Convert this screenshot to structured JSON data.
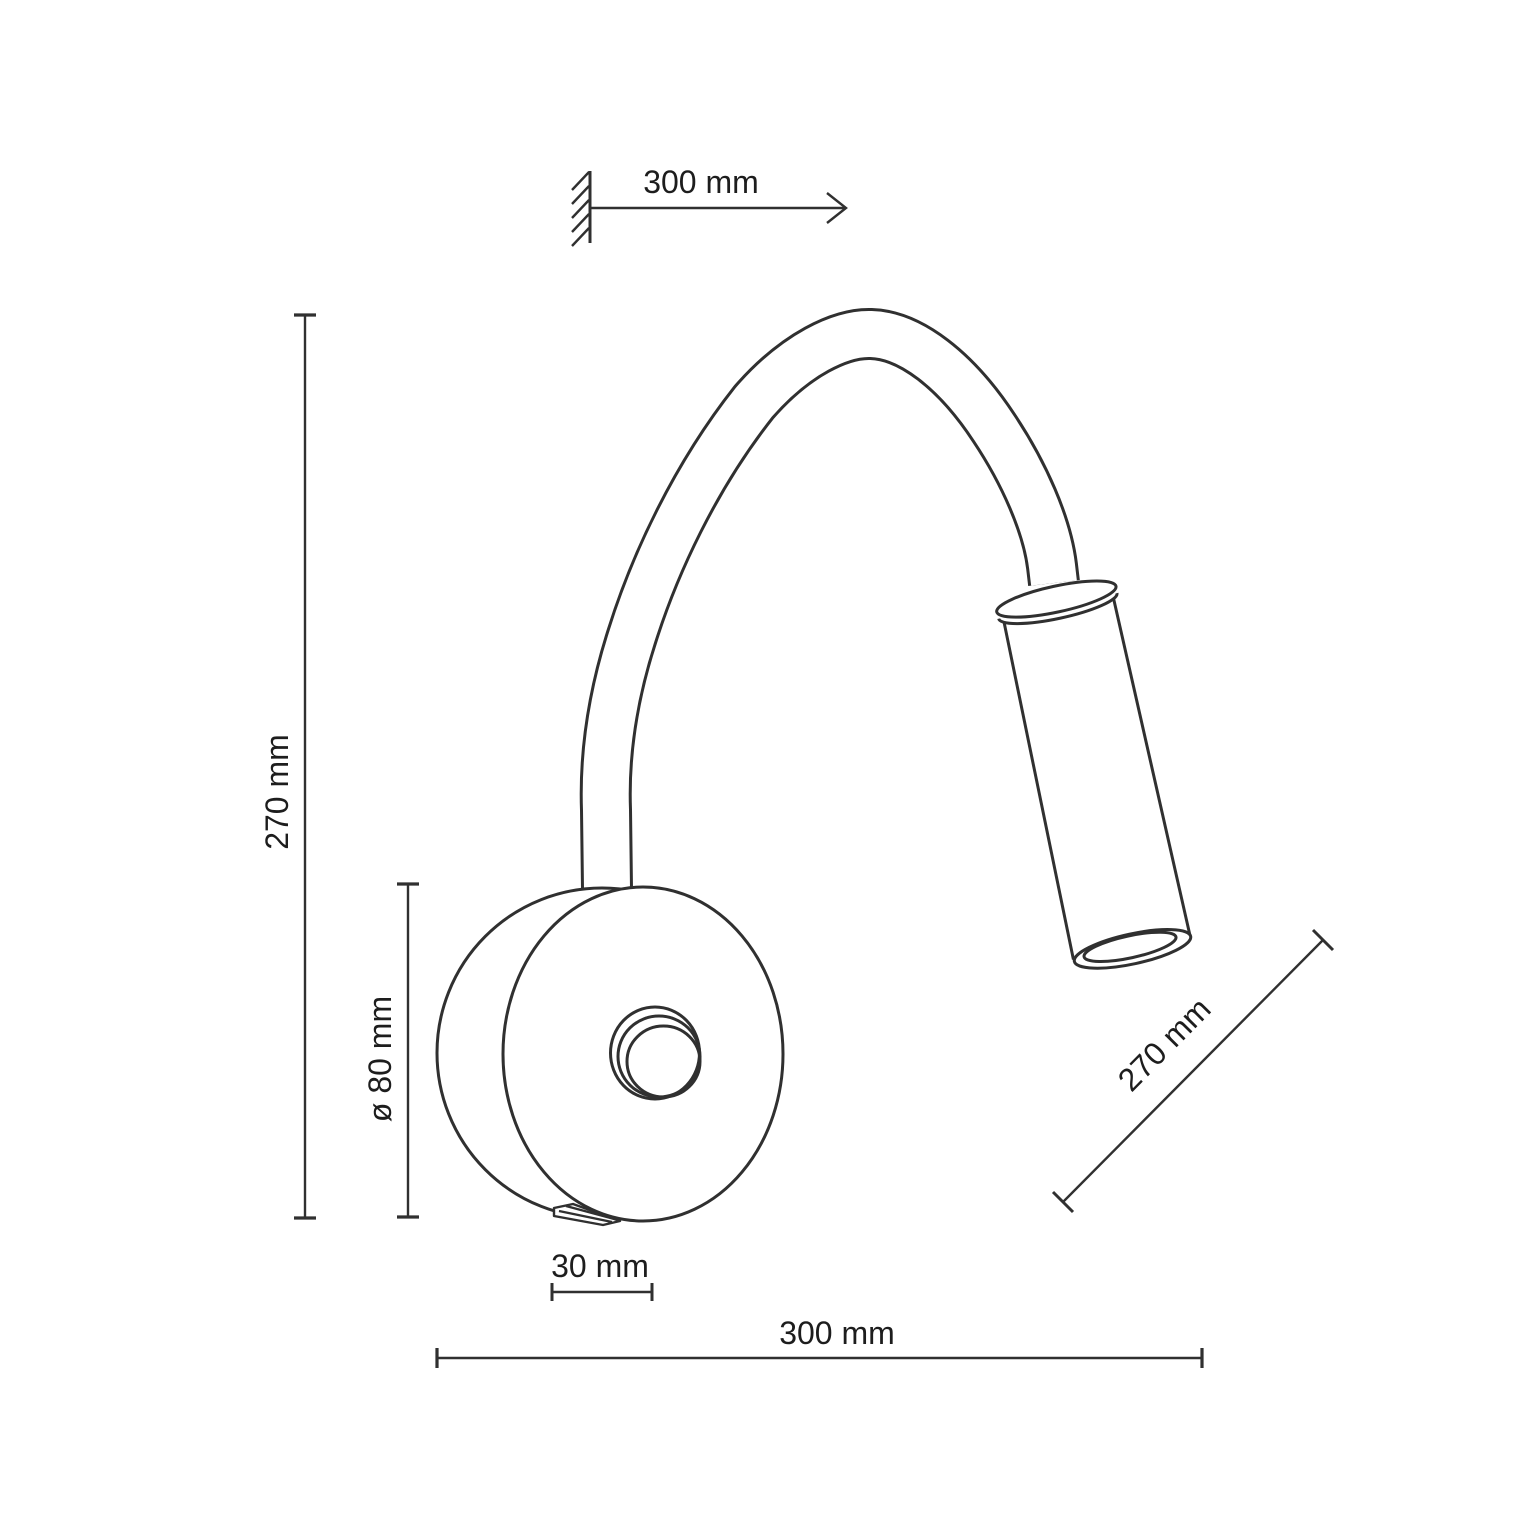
{
  "drawing": {
    "background_color": "#ffffff",
    "line_color": "#303030",
    "text_color": "#1d1d1d"
  },
  "dimensions": {
    "wall_offset": {
      "label": "300 mm"
    },
    "overall_height": {
      "label": "270 mm"
    },
    "base_diameter": {
      "label": "ø 80 mm"
    },
    "arm_length": {
      "label": "270 mm"
    },
    "base_depth": {
      "label": "30 mm"
    },
    "overall_width": {
      "label": "300 mm"
    }
  }
}
